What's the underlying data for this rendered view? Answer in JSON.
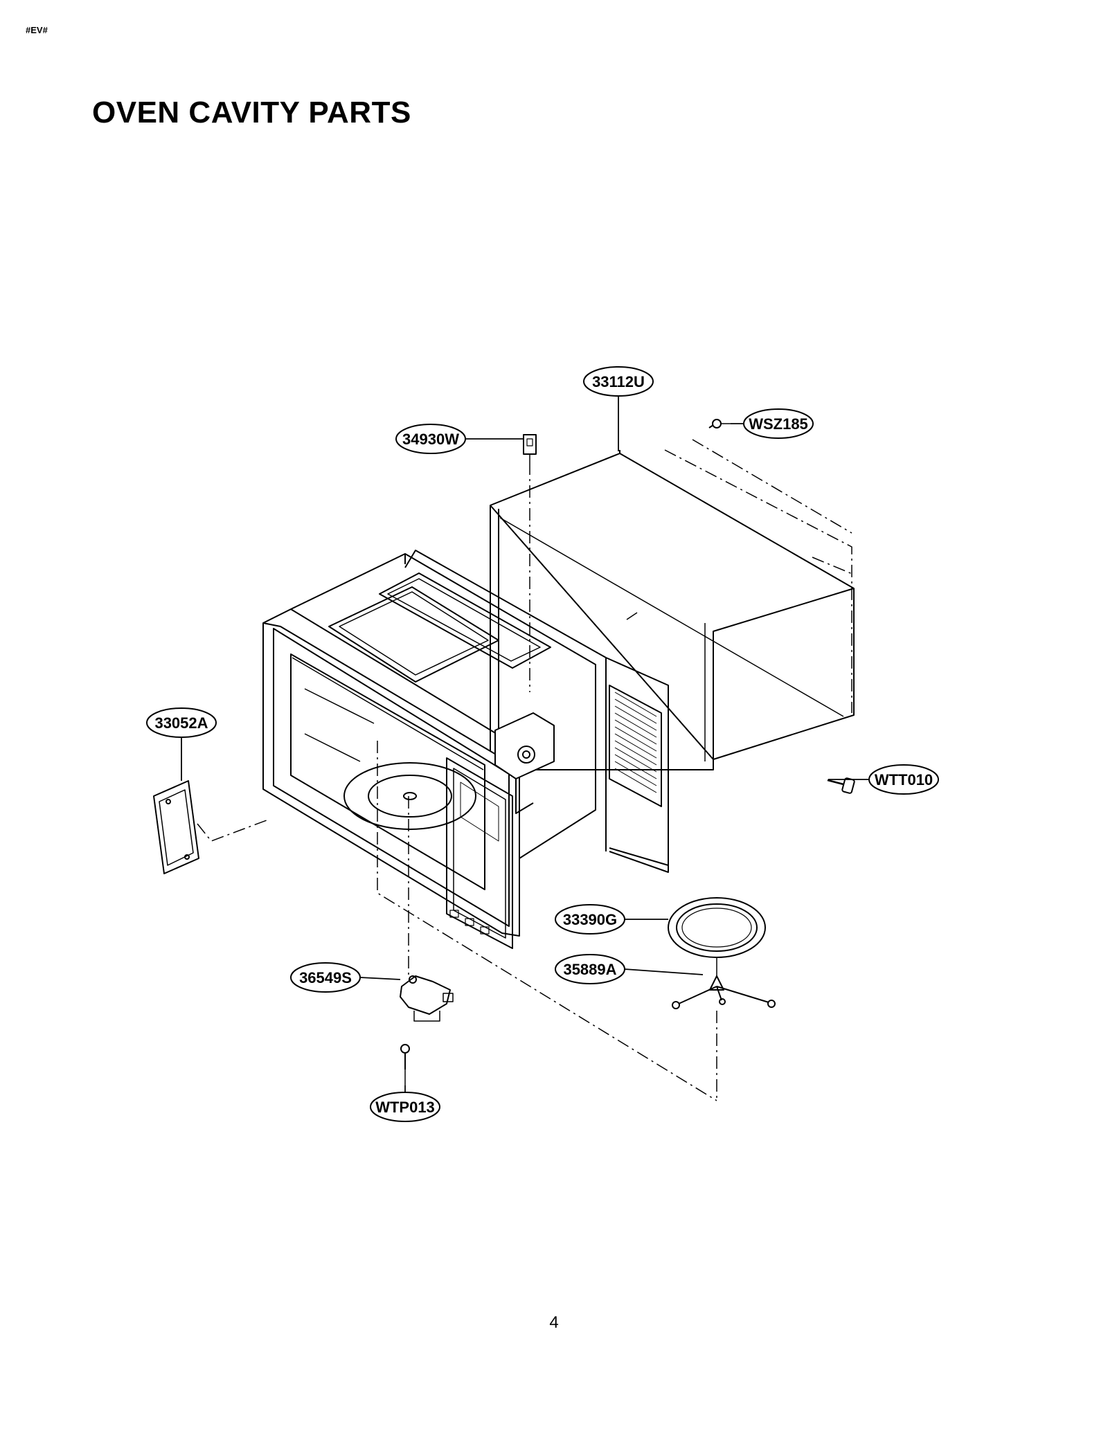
{
  "header": {
    "mark": "#EV#"
  },
  "title": "OVEN CAVITY PARTS",
  "page_number": "4",
  "parts": [
    {
      "id": "33112U"
    },
    {
      "id": "WSZ185"
    },
    {
      "id": "34930W"
    },
    {
      "id": "33052A"
    },
    {
      "id": "WTT010"
    },
    {
      "id": "33390G"
    },
    {
      "id": "35889A"
    },
    {
      "id": "36549S"
    },
    {
      "id": "WTP013"
    }
  ]
}
